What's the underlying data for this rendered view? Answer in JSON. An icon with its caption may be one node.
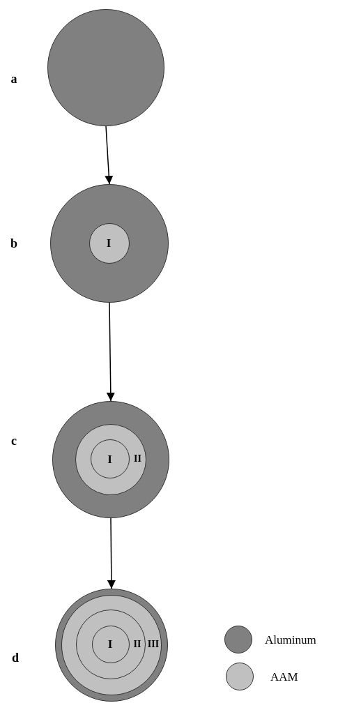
{
  "diagram": {
    "nodes": [
      {
        "text": [],
        "shape": "circle",
        "beside": [
          "a"
        ]
      },
      {
        "text": [],
        "shape": "circle",
        "beside": [
          "b"
        ]
      },
      {
        "text": [
          "I"
        ],
        "in": 1
      },
      {
        "text": [],
        "shape": "circle",
        "beside": [
          "c"
        ]
      },
      {
        "text": [
          "II"
        ],
        "in": 3
      },
      {
        "text": [
          "I"
        ],
        "in": 4
      },
      {
        "text": [],
        "shape": "circle",
        "beside": [
          "d"
        ]
      },
      {
        "text": [
          "III"
        ],
        "in": 6
      },
      {
        "text": [
          "II"
        ],
        "in": 7
      },
      {
        "text": [
          "I"
        ],
        "in": 8
      }
    ],
    "edges": [
      {
        "from": 0,
        "to": 1,
        "arrow": "to"
      },
      {
        "from": 1,
        "to": 3,
        "arrow": "to"
      },
      {
        "from": 3,
        "to": 6,
        "arrow": "to"
      }
    ],
    "legend": [
      {
        "text": "Aluminum",
        "color": "#808080"
      },
      {
        "text": "AAM",
        "color": "#c0c0c0"
      }
    ]
  }
}
